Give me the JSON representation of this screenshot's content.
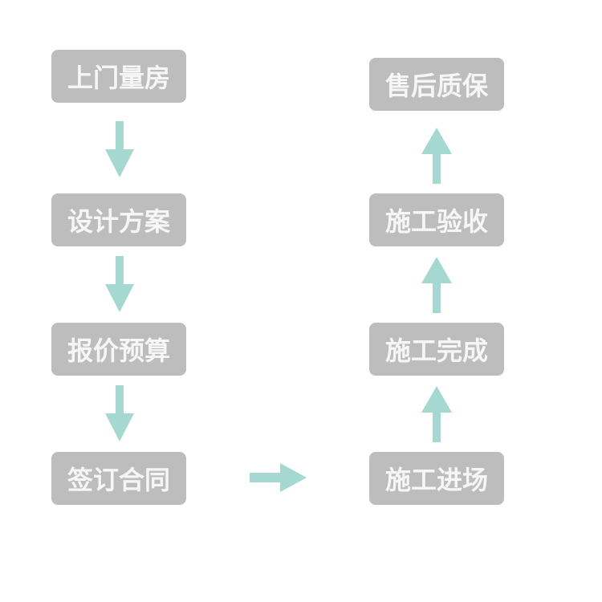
{
  "diagram": {
    "type": "process-flow",
    "colors": {
      "box_fill": "#bdbdbd",
      "box_text": "#f6f6f6",
      "arrow": "#a6d8d2",
      "background": "#ffffff"
    },
    "steps": [
      {
        "id": "s1",
        "label": "上门量房"
      },
      {
        "id": "s2",
        "label": "设计方案"
      },
      {
        "id": "s3",
        "label": "报价预算"
      },
      {
        "id": "s4",
        "label": "签订合同"
      },
      {
        "id": "s5",
        "label": "施工进场"
      },
      {
        "id": "s6",
        "label": "施工完成"
      },
      {
        "id": "s7",
        "label": "施工验收"
      },
      {
        "id": "s8",
        "label": "售后质保"
      }
    ],
    "connections": [
      {
        "from": "s1",
        "to": "s2",
        "direction": "down"
      },
      {
        "from": "s2",
        "to": "s3",
        "direction": "down"
      },
      {
        "from": "s3",
        "to": "s4",
        "direction": "down"
      },
      {
        "from": "s4",
        "to": "s5",
        "direction": "right"
      },
      {
        "from": "s5",
        "to": "s6",
        "direction": "up"
      },
      {
        "from": "s6",
        "to": "s7",
        "direction": "up"
      },
      {
        "from": "s7",
        "to": "s8",
        "direction": "up"
      }
    ]
  }
}
